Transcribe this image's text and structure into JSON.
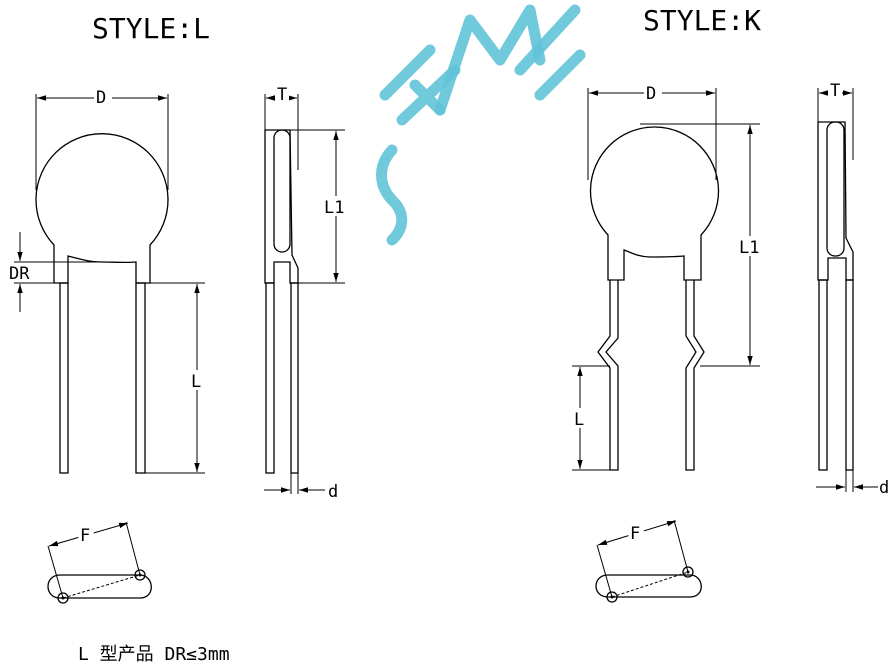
{
  "styles": {
    "left": {
      "title": "STYLE:L"
    },
    "right": {
      "title": "STYLE:K"
    }
  },
  "dimensions": {
    "D": "D",
    "T": "T",
    "L1": "L1",
    "L": "L",
    "DR": "DR",
    "d": "d",
    "F": "F"
  },
  "footnote": "L 型产品 DR≤3mm",
  "watermark": {
    "color": "#62c3d8"
  }
}
